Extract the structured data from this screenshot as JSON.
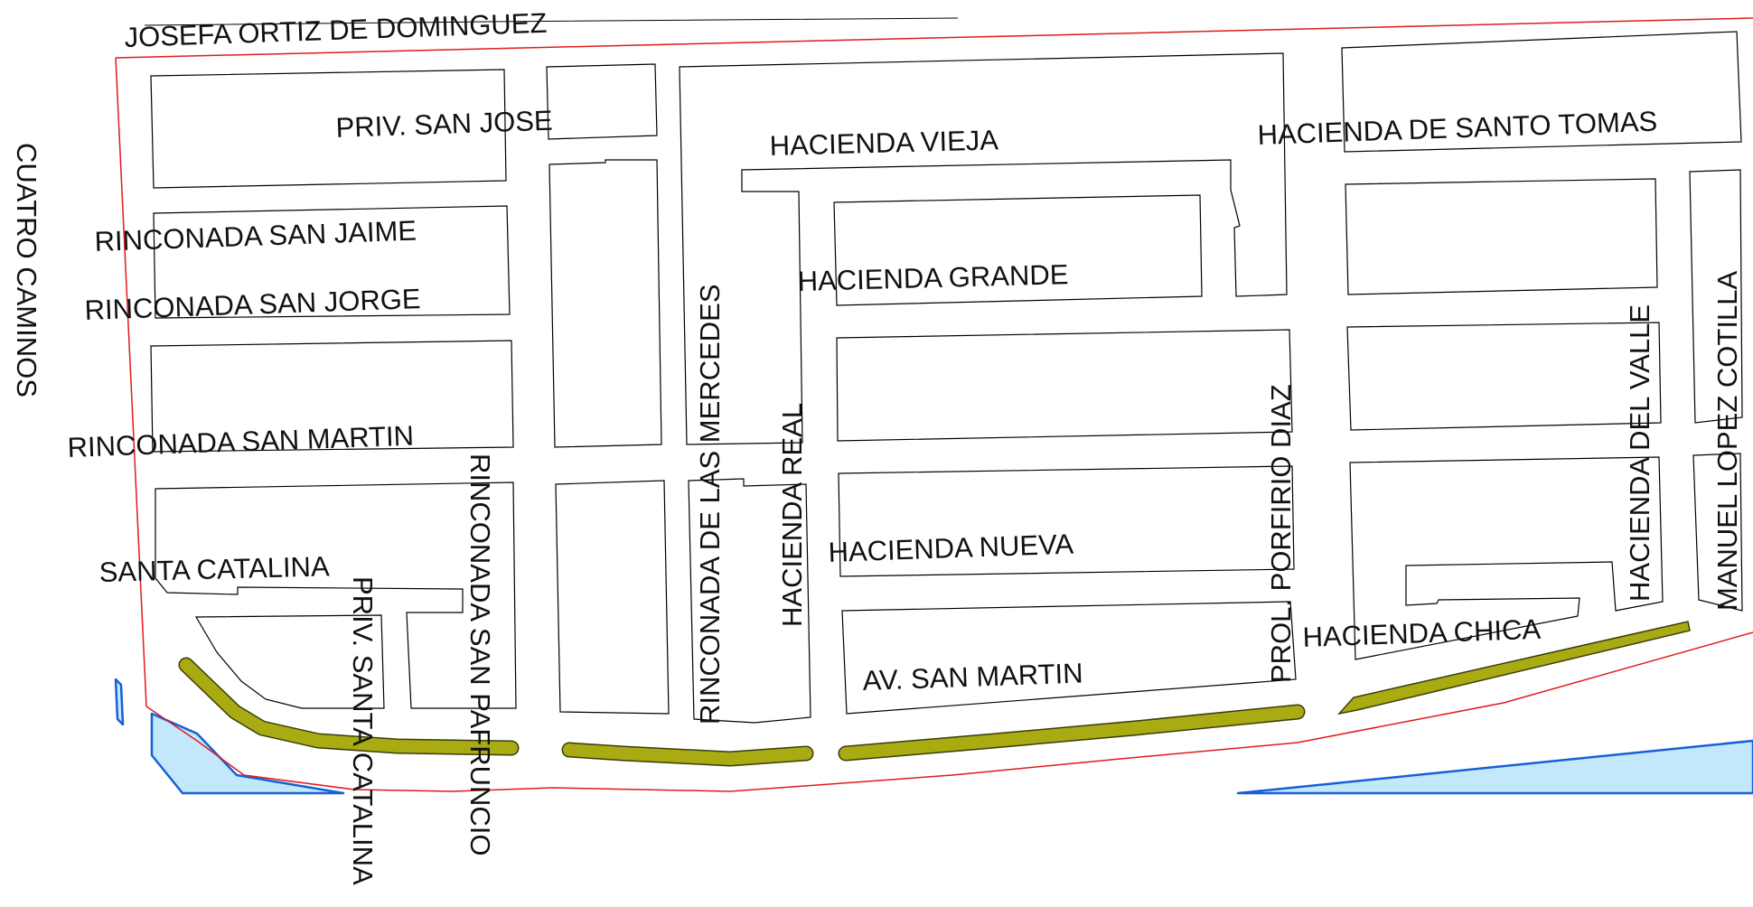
{
  "map": {
    "colors": {
      "boundary": "#e01b1b",
      "water_fill": "#c4e8fb",
      "water_stroke": "#1560d8",
      "green_fill": "#a8ab12",
      "block_stroke": "#000000",
      "background": "#ffffff"
    },
    "streets": {
      "josefa_ortiz": "JOSEFA ORTIZ DE DOMINGUEZ",
      "cuatro_caminos": "CUATRO CAMINOS",
      "priv_san_jose": "PRIV. SAN JOSE",
      "hacienda_vieja": "HACIENDA VIEJA",
      "hacienda_santo_tomas": "HACIENDA DE SANTO TOMAS",
      "rinconada_san_jaime": "RINCONADA SAN JAIME",
      "rinconada_san_jorge": "RINCONADA SAN JORGE",
      "hacienda_grande": "HACIENDA GRANDE",
      "rinconada_mercedes": "RINCONADA DE LAS MERCEDES",
      "hacienda_real": "HACIENDA REAL",
      "rinconada_san_martin": "RINCONADA SAN MARTIN",
      "prol_porfirio_diaz": "PROL. PORFIRIO DIAZ",
      "hacienda_del_valle": "HACIENDA DEL VALLE",
      "manuel_lopez_cotilla": "MANUEL LOPEZ COTILLA",
      "rinconada_san_pafruncio": "RINCONADA SAN PAFRUNCIO",
      "santa_catalina": "SANTA CATALINA",
      "priv_santa_catalina": "PRIV. SANTA CATALINA",
      "hacienda_nueva": "HACIENDA NUEVA",
      "av_san_martin": "AV. SAN MARTIN",
      "hacienda_chica": "HACIENDA CHICA"
    }
  }
}
